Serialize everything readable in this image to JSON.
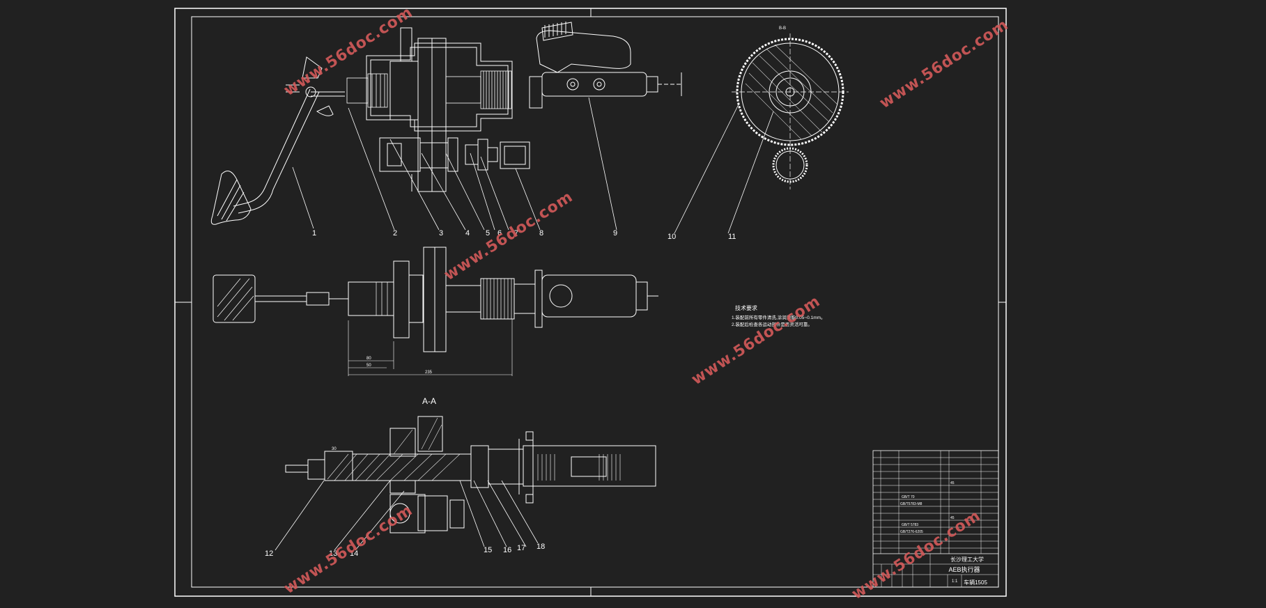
{
  "drawing": {
    "section_title": "A-A",
    "view_title": "B-B",
    "part_numbers": [
      "1",
      "2",
      "3",
      "4",
      "5",
      "6",
      "7",
      "8",
      "9",
      "10",
      "11",
      "12",
      "13",
      "14",
      "15",
      "16",
      "17",
      "18"
    ],
    "dimensions": [
      "80",
      "50",
      "235",
      "30"
    ],
    "notes_title": "技术要求",
    "notes": [
      "1.装配前所有零件清洗,涂润滑脂0.05~0.1mm。",
      "2.装配后检查各运动部件是否灵活可靠。"
    ]
  },
  "title_block": {
    "university": "长沙理工大学",
    "drawing_name": "AEB执行器",
    "drawing_no": "车辆1505",
    "scale": "1:1",
    "bom_codes": [
      "GB/T 70",
      "GB/T5783-M8",
      "GB/T 5783",
      "GB/T276-6205",
      "45",
      "45"
    ]
  },
  "watermark": {
    "text": "www.56doc.com",
    "color": "#d45a5a"
  },
  "colors": {
    "background": "#212121",
    "lines": "#ffffff",
    "watermark": "#d45a5a"
  }
}
